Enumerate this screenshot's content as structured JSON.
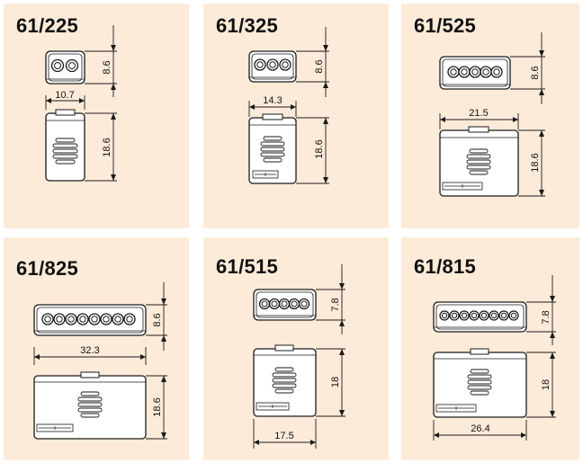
{
  "colors": {
    "panel": "#fdebd9",
    "line": "#1a1a1a",
    "body": "#ffffff"
  },
  "panels": [
    {
      "title": "61/225",
      "ports": 2,
      "top_height": "8.6",
      "width": "10.7",
      "bottom_height": "18.6",
      "width_position": "middle"
    },
    {
      "title": "61/325",
      "ports": 3,
      "top_height": "8.6",
      "width": "14.3",
      "bottom_height": "18.6",
      "width_position": "middle"
    },
    {
      "title": "61/525",
      "ports": 5,
      "top_height": "8.6",
      "width": "21.5",
      "bottom_height": "18.6",
      "width_position": "middle"
    },
    {
      "title": "61/825",
      "ports": 8,
      "top_height": "8.6",
      "width": "32.3",
      "bottom_height": "18.6",
      "width_position": "middle"
    },
    {
      "title": "61/515",
      "ports": 5,
      "top_height": "7.8",
      "width": "17.5",
      "bottom_height": "18",
      "width_position": "bottom"
    },
    {
      "title": "61/815",
      "ports": 8,
      "top_height": "7.8",
      "width": "26.4",
      "bottom_height": "18",
      "width_position": "bottom"
    }
  ]
}
